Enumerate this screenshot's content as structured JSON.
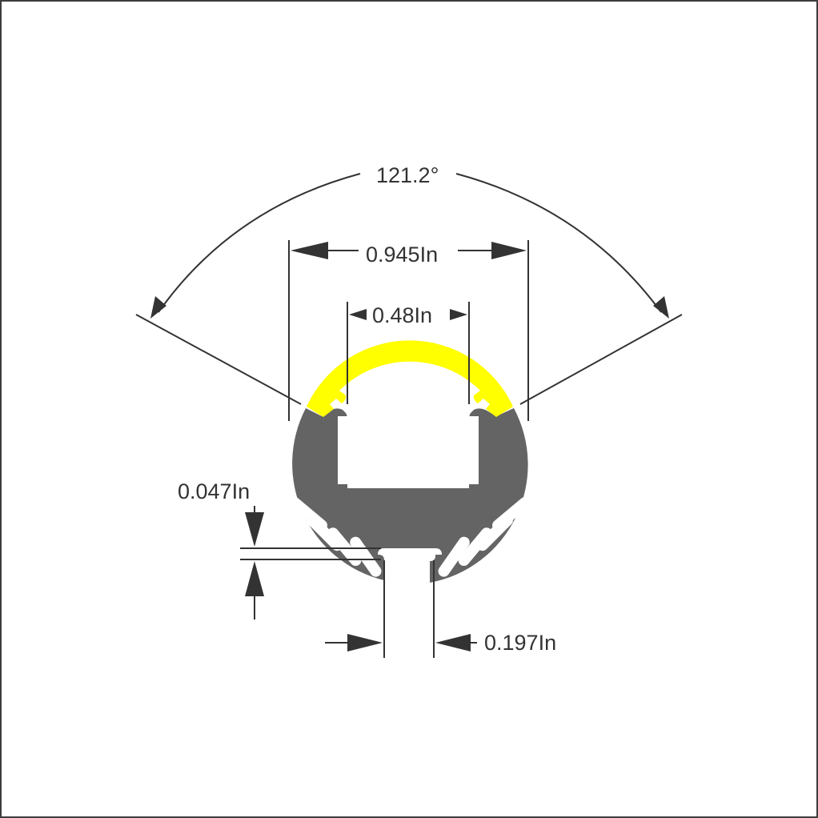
{
  "diagram": {
    "title": "LED aluminum profile cross-section",
    "colors": {
      "housing": "#646464",
      "diffuser": "#ffff00",
      "lines": "#333333",
      "border": "#3d3d3d",
      "background": "#ffffff"
    },
    "dimensions": {
      "beam_angle": "121.2°",
      "outer_width": "0.945In",
      "inner_width": "0.48In",
      "fin_gap": "0.047In",
      "slot_width": "0.197In"
    },
    "components": [
      {
        "name": "diffuser",
        "description": "Yellow curved lens cover"
      },
      {
        "name": "housing",
        "description": "Gray round heat-sink body with radial fins"
      },
      {
        "name": "led-channel",
        "description": "Rectangular channel for LED strip"
      },
      {
        "name": "mounting-slot",
        "description": "Bottom T-slot"
      }
    ]
  }
}
